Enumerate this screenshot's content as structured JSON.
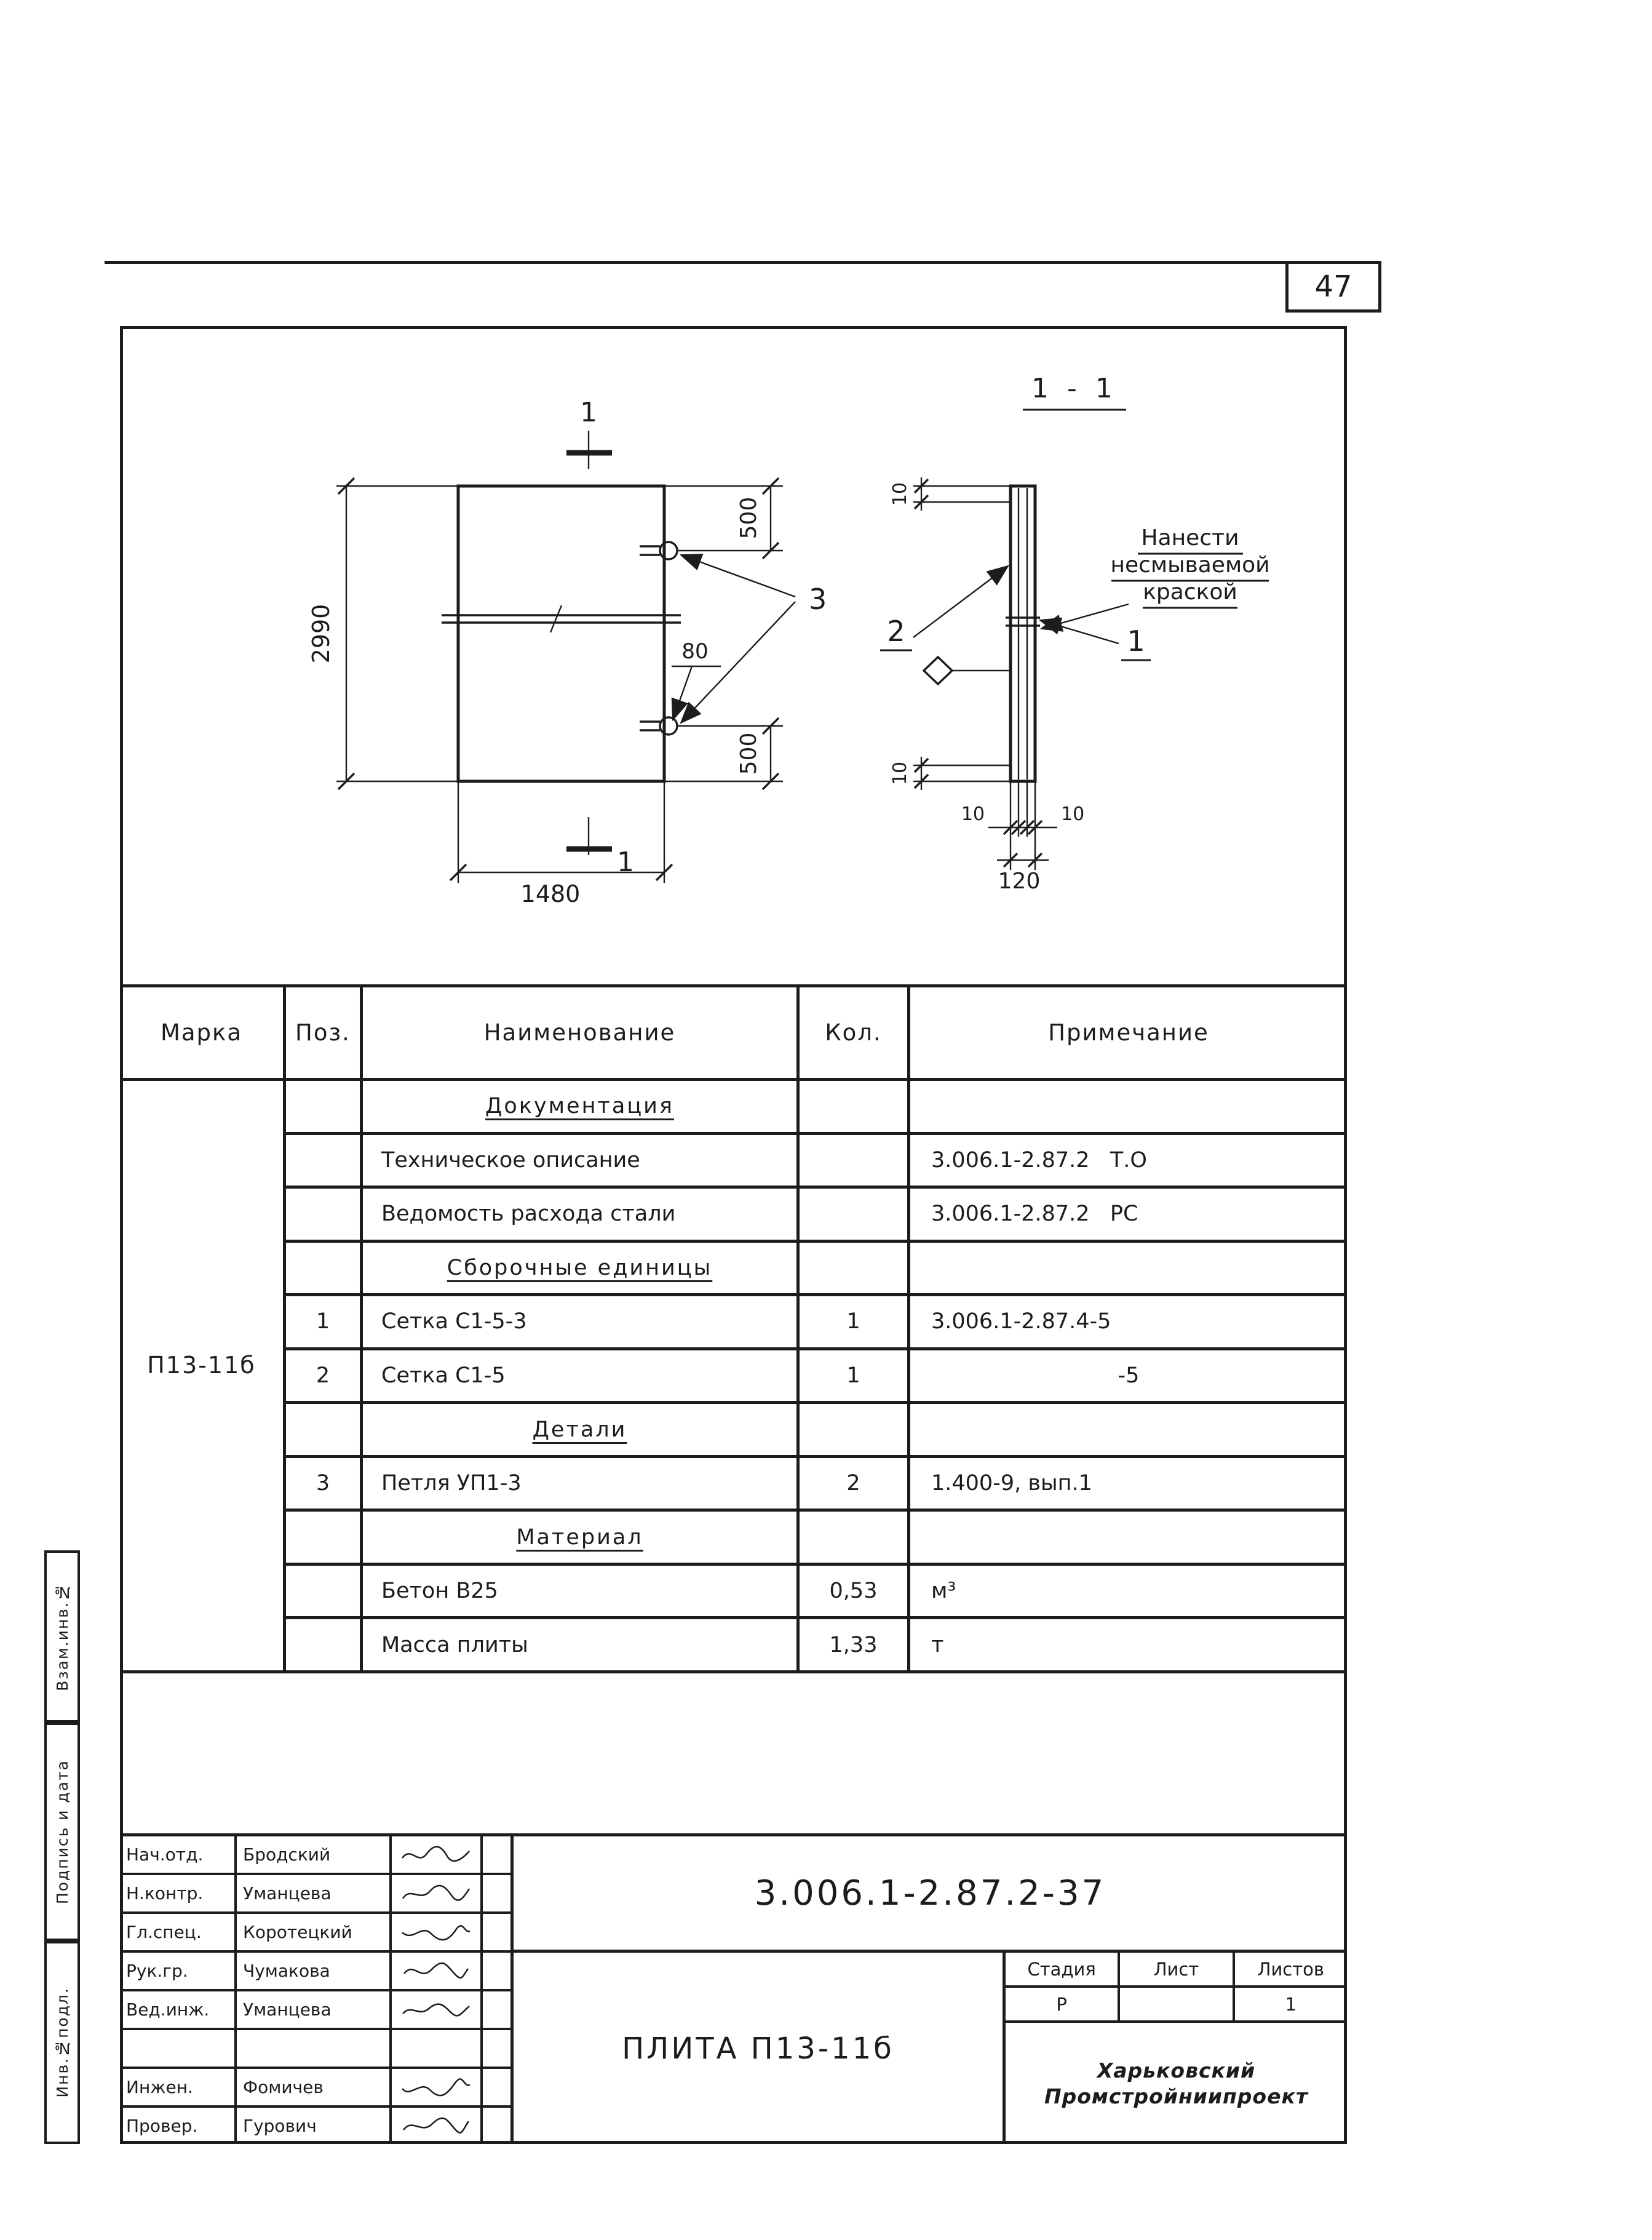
{
  "page": {
    "number": "47"
  },
  "drawing": {
    "section_title": "1 - 1",
    "cut_mark_top": "1",
    "cut_mark_bottom": "1",
    "callout_loop": "3",
    "callout_mesh": "2",
    "callout_plate": "1",
    "paint_note": {
      "line1": "Нанести",
      "line2": "несмываемой",
      "line3": "краской"
    },
    "dims": {
      "plan_height": "2990",
      "plan_width": "1480",
      "offset_top": "500",
      "offset_bottom": "500",
      "loop_dim": "80",
      "cover_top": "10",
      "cover_bottom": "10",
      "wall_left": "10",
      "wall_right": "10",
      "section_width": "120"
    }
  },
  "spec_table": {
    "headers": {
      "marka": "Марка",
      "poz": "Поз.",
      "name": "Наименование",
      "qty": "Кол.",
      "note": "Примечание"
    },
    "marka_value": "П13-11б",
    "rows": [
      {
        "poz": "",
        "name": "Документация",
        "qty": "",
        "note": ""
      },
      {
        "poz": "",
        "name": "Техническое описание",
        "qty": "",
        "note": "3.006.1-2.87.2   Т.О"
      },
      {
        "poz": "",
        "name": "Ведомость расхода стали",
        "qty": "",
        "note": "3.006.1-2.87.2   РС"
      },
      {
        "poz": "",
        "name": "Сборочные единицы",
        "qty": "",
        "note": ""
      },
      {
        "poz": "1",
        "name": "Сетка С1-5-3",
        "qty": "1",
        "note": "3.006.1-2.87.4-5"
      },
      {
        "poz": "2",
        "name": "Сетка С1-5",
        "qty": "1",
        "note": "-5"
      },
      {
        "poz": "",
        "name": "Детали",
        "qty": "",
        "note": ""
      },
      {
        "poz": "3",
        "name": "Петля УП1-3",
        "qty": "2",
        "note": "1.400-9, вып.1"
      },
      {
        "poz": "",
        "name": "Материал",
        "qty": "",
        "note": ""
      },
      {
        "poz": "",
        "name": "Бетон В25",
        "qty": "0,53",
        "note": "м³"
      },
      {
        "poz": "",
        "name": "Масса плиты",
        "qty": "1,33",
        "note": "т"
      }
    ]
  },
  "side_stamps": {
    "top": "Взам.инв.№",
    "middle": "Подпись и дата",
    "bottom": "Инв.№подл."
  },
  "title_block": {
    "doc_number": "3.006.1-2.87.2-37",
    "title": "ПЛИТА П13-11б",
    "staff": [
      {
        "role": "Нач.отд.",
        "name": "Бродский"
      },
      {
        "role": "Н.контр.",
        "name": "Уманцева"
      },
      {
        "role": "Гл.спец.",
        "name": "Коротецкий"
      },
      {
        "role": "Рук.гр.",
        "name": "Чумакова"
      },
      {
        "role": "Вед.инж.",
        "name": "Уманцева"
      },
      {
        "role": "",
        "name": ""
      },
      {
        "role": "Инжен.",
        "name": "Фомичев"
      },
      {
        "role": "Провер.",
        "name": "Гурович"
      }
    ],
    "stage": {
      "headers": [
        "Стадия",
        "Лист",
        "Листов"
      ],
      "values": [
        "Р",
        "",
        "1"
      ]
    },
    "organization": {
      "line1": "Харьковский",
      "line2": "Промстройниипроект"
    }
  }
}
